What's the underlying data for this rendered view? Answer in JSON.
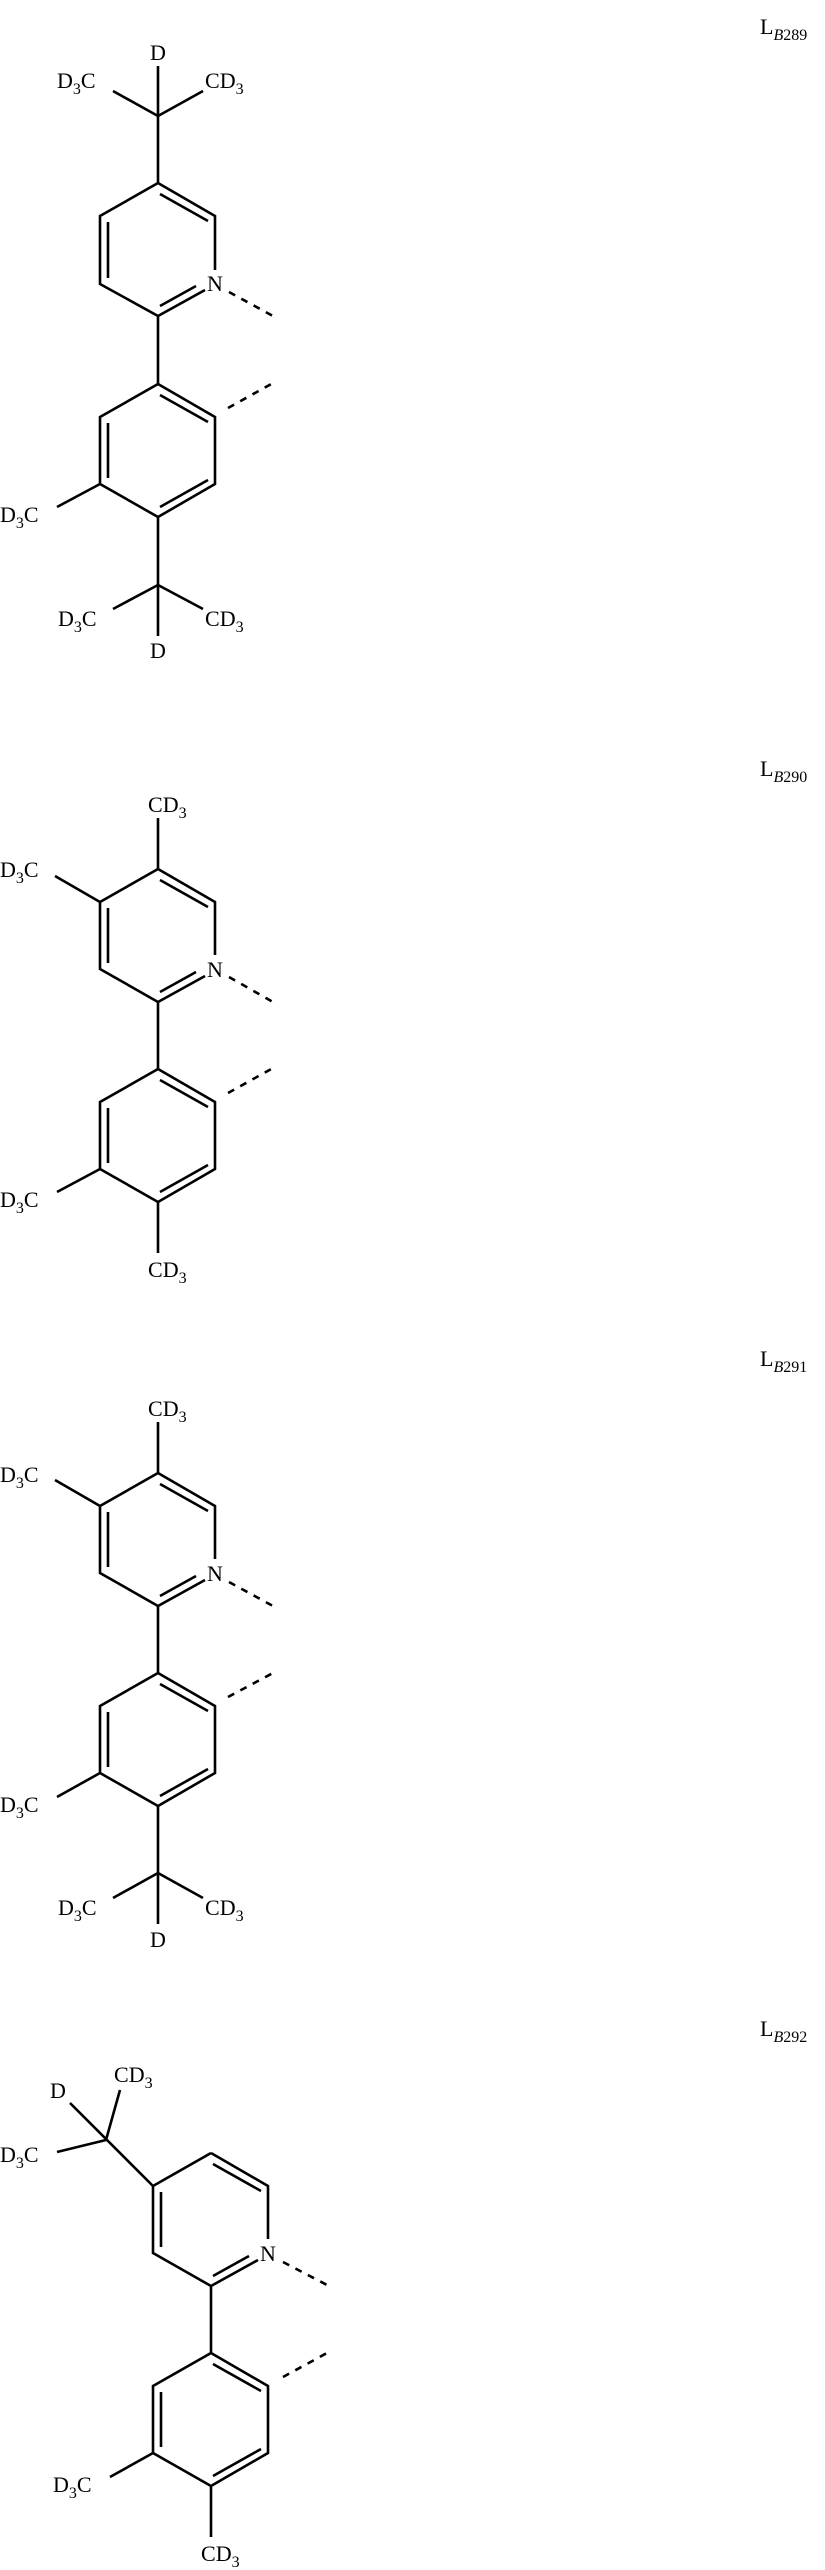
{
  "page": {
    "type": "patent chemical structure listing",
    "background": "#ffffff",
    "ink": "#000000"
  },
  "ligands": [
    {
      "id": "L_B289",
      "label": {
        "main": "L",
        "sub_italic": "B",
        "sub_num": "289"
      },
      "pyridine_substituents": [
        "CD(CD3)2 at 5-position"
      ],
      "phenyl_substituents": [
        "CD3",
        "CD(CD3)2"
      ],
      "atoms": {
        "d_top": "D",
        "d3c_top": "D3C",
        "cd3_top": "CD3",
        "n": "N",
        "d3c_ring": "D3C",
        "d3c_bottom": "D3C",
        "cd3_bottom": "CD3",
        "d_bottom": "D"
      }
    },
    {
      "id": "L_B290",
      "label": {
        "main": "L",
        "sub_italic": "B",
        "sub_num": "290"
      },
      "pyridine_substituents": [
        "CD3 at 5-position",
        "CD3 at 4-position"
      ],
      "phenyl_substituents": [
        "CD3",
        "CD3"
      ],
      "atoms": {
        "cd3_top": "CD3",
        "d3c_py": "D3C",
        "n": "N",
        "d3c_ring": "D3C",
        "cd3_bottom": "CD3"
      }
    },
    {
      "id": "L_B291",
      "label": {
        "main": "L",
        "sub_italic": "B",
        "sub_num": "291"
      },
      "pyridine_substituents": [
        "CD3 at 5-position",
        "CD3 at 4-position"
      ],
      "phenyl_substituents": [
        "CD3",
        "CD(CD3)2"
      ],
      "atoms": {
        "cd3_top": "CD3",
        "d3c_py": "D3C",
        "n": "N",
        "d3c_ring": "D3C",
        "d3c_bottom": "D3C",
        "cd3_bottom": "CD3",
        "d_bottom": "D"
      }
    },
    {
      "id": "L_B292",
      "label": {
        "main": "L",
        "sub_italic": "B",
        "sub_num": "292"
      },
      "pyridine_substituents": [
        "CD(CD3)2 at 4-position"
      ],
      "phenyl_substituents": [
        "CD3",
        "CD3"
      ],
      "atoms": {
        "d_top": "D",
        "cd3_top": "CD3",
        "d3c_top": "D3C",
        "n": "N",
        "d3c_ring": "D3C",
        "cd3_bottom": "CD3"
      }
    }
  ],
  "glyphs": {
    "D": "D",
    "C": "C",
    "N": "N",
    "three": "3",
    "L": "L",
    "B": "B"
  }
}
